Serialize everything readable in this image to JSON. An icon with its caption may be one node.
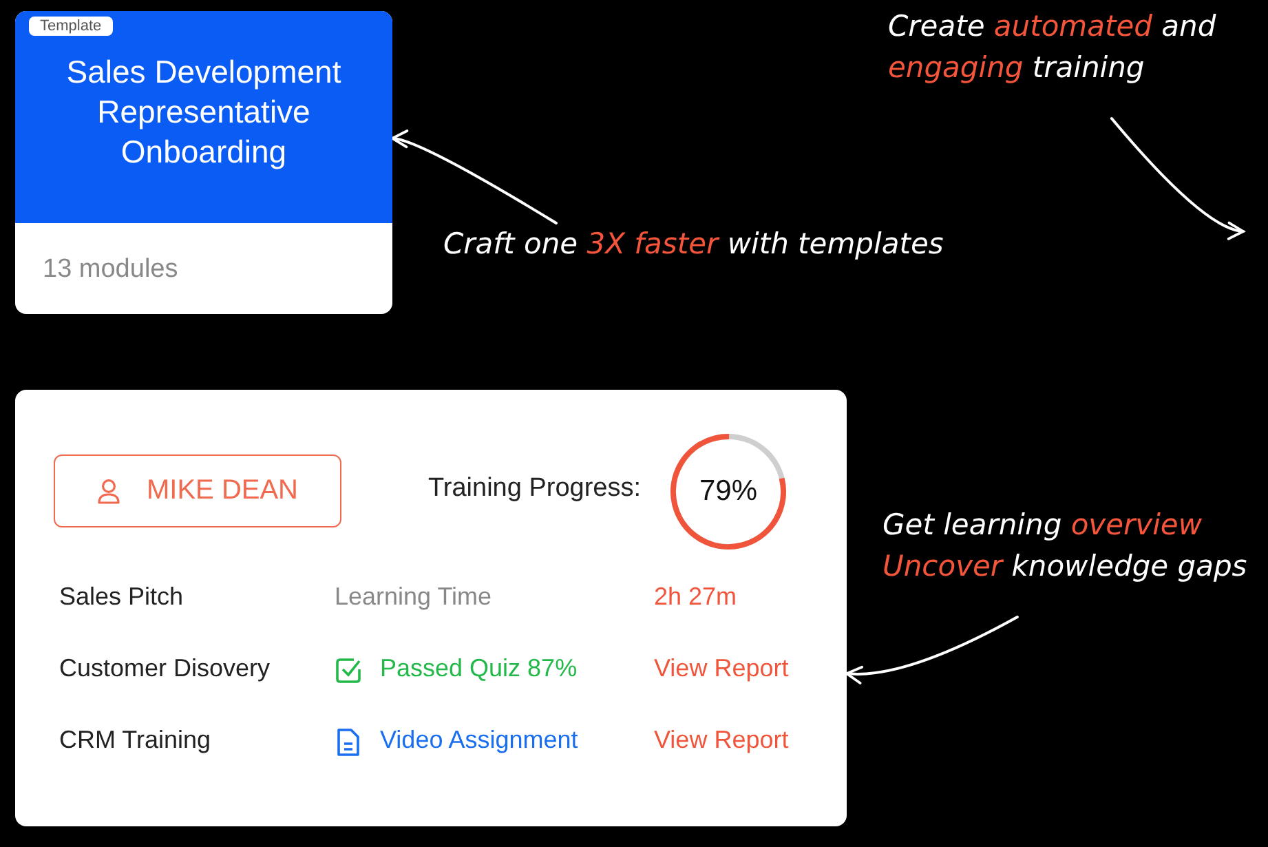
{
  "diagram": {
    "nodes": [
      {
        "text": [
          "Template",
          "Sales Development Representative Onboarding",
          "13 modules"
        ]
      },
      {
        "text": [
          "Craft one **3X faster** with templates"
        ]
      },
      {
        "text": [
          "Create **automated** and **engaging** training"
        ]
      },
      {
        "text": [],
        "shape": "box"
      },
      {
        "text": [
          "MIKE DEAN"
        ],
        "in": 3
      },
      {
        "text": [
          "79%"
        ],
        "beside": [
          "Training Progress:"
        ],
        "in": 3
      },
      {
        "text": [
          "Get learning **overview** **Uncover** knowledge gaps"
        ]
      }
    ],
    "edges": [
      {
        "from": 1,
        "to": 0,
        "arrow": "to"
      },
      {
        "from": 2,
        "to": null,
        "arrow": "to"
      },
      {
        "from": 6,
        "to": 3,
        "arrow": "to"
      }
    ],
    "labels": [
      "Sales Pitch",
      "Learning Time",
      "2h 27m",
      "Customer Disovery",
      "Passed Quiz 87%",
      "View Report",
      "CRM Training",
      "Video Assignment",
      "View Report"
    ]
  }
}
